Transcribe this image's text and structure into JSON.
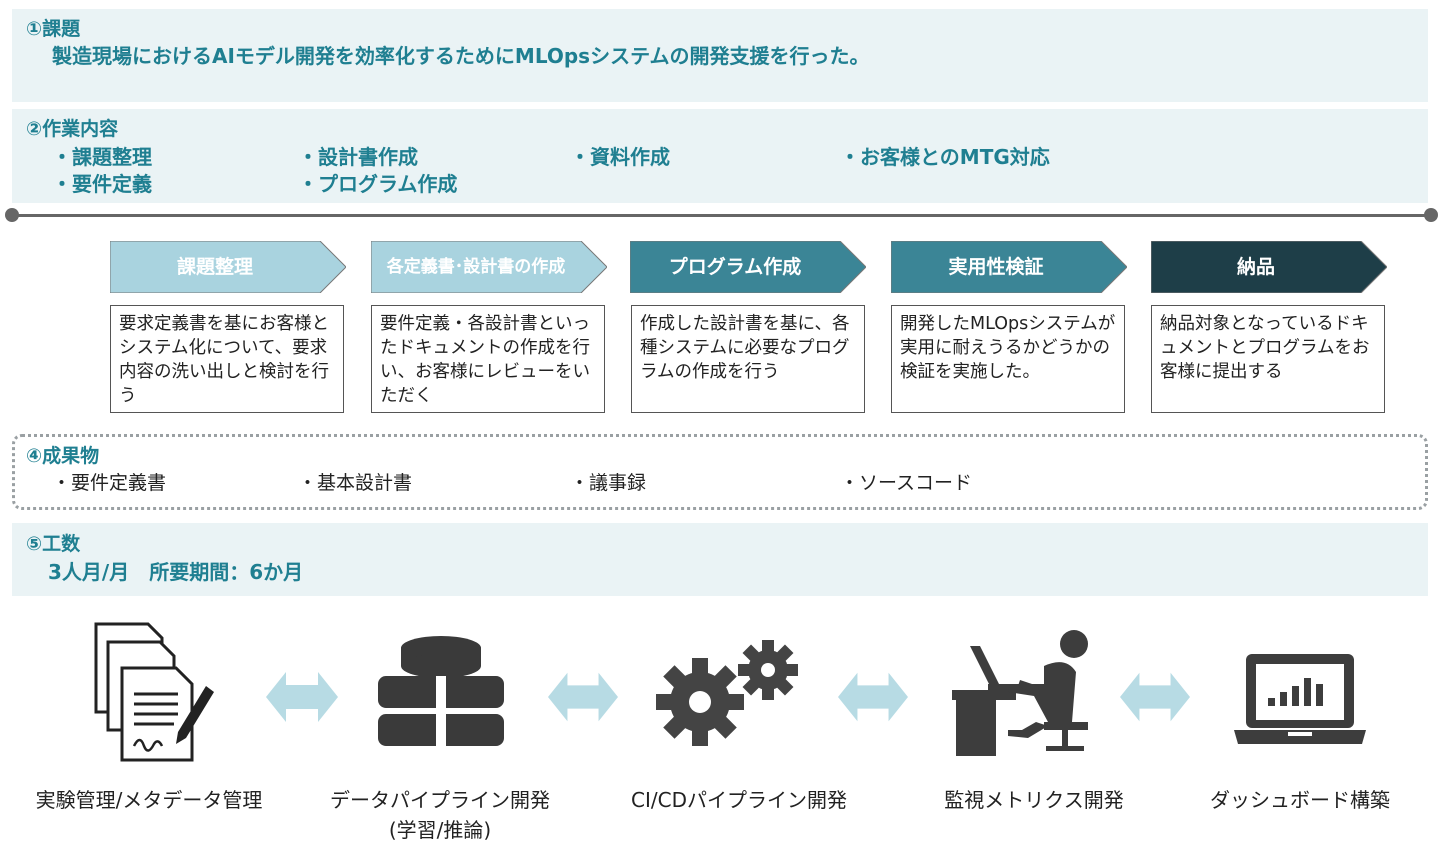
{
  "issue": {
    "heading": "①課題",
    "text": "製造現場におけるAIモデル開発を効率化するためにMLOpsシステムの開発支援を行った。"
  },
  "work": {
    "heading": "②作業内容",
    "items": [
      "・課題整理",
      "・要件定義",
      "・設計書作成",
      "・プログラム作成",
      "・資料作成",
      "・お客様とのMTG対応"
    ]
  },
  "steps": [
    {
      "label": "課題整理",
      "color": "#a9d3df",
      "desc": "要求定義書を基にお客様とシステム化について、要求内容の洗い出しと検討を行う"
    },
    {
      "label": "各定義書･設計書の作成",
      "color": "#a9d3df",
      "desc": "要件定義・各設計書といったドキュメントの作成を行い、お客様にレビューをいただく"
    },
    {
      "label": "プログラム作成",
      "color": "#3b8596",
      "desc": "作成した設計書を基に、各種システムに必要なプログラムの作成を行う"
    },
    {
      "label": "実用性検証",
      "color": "#3b8596",
      "desc": "開発したMLOpsシステムが実用に耐えうるかどうかの検証を実施した。"
    },
    {
      "label": "納品",
      "color": "#1e3e48",
      "desc": "納品対象となっているドキュメントとプログラムをお客様に提出する"
    }
  ],
  "deliverables": {
    "heading": "④成果物",
    "items": [
      "・要件定義書",
      "・基本設計書",
      "・議事録",
      "・ソースコード"
    ]
  },
  "effort": {
    "heading": "⑤工数",
    "text": "3人月/月　所要期間：6か月"
  },
  "components": [
    {
      "icon": "documents-icon",
      "line1": "実験管理/メタデータ管理",
      "line2": ""
    },
    {
      "icon": "database-icon",
      "line1": "データパイプライン開発",
      "line2": "(学習/推論)"
    },
    {
      "icon": "gears-icon",
      "line1": "CI/CDパイプライン開発",
      "line2": ""
    },
    {
      "icon": "person-at-desk-icon",
      "line1": "監視メトリクス開発",
      "line2": ""
    },
    {
      "icon": "laptop-chart-icon",
      "line1": "ダッシュボード構築",
      "line2": ""
    }
  ]
}
